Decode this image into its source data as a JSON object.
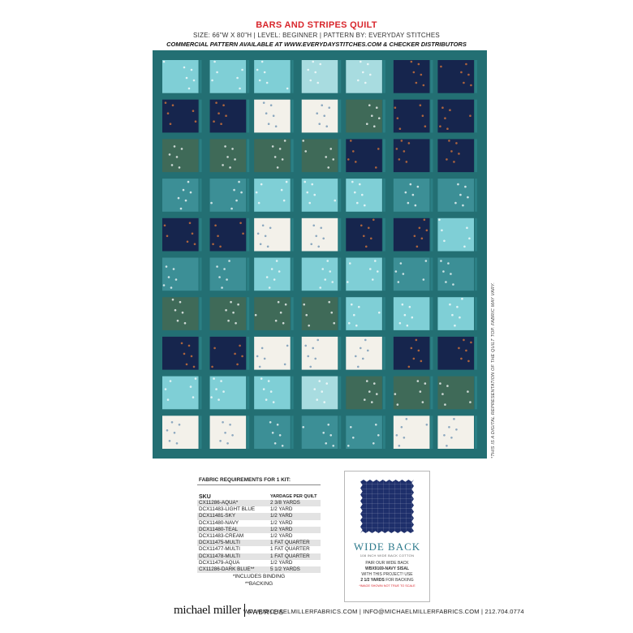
{
  "header": {
    "title": "BARS AND STRIPES QUILT",
    "specs": "SIZE: 66\"W X 80\"H | LEVEL: BEGINNER | PATTERN BY: EVERYDAY STITCHES",
    "commercial": "COMMERCIAL PATTERN AVAILABLE AT WWW.EVERYDAYSTITCHES.COM & CHECKER DISTRIBUTORS"
  },
  "quilt": {
    "border_color": "#236f73",
    "disclaimer": "*THIS IS A DIGITAL REPRESENTATION OF THE QUILT TOP. FABRIC MAY VARY.",
    "rows": [
      [
        "sky",
        "sky",
        "sky",
        "light",
        "light",
        "navy",
        "navy"
      ],
      [
        "navy",
        "navy",
        "cream",
        "cream",
        "multi",
        "navy",
        "navy"
      ],
      [
        "multi",
        "multi",
        "multi",
        "multi",
        "navy",
        "navy",
        "navy"
      ],
      [
        "aqua",
        "aqua",
        "sky",
        "sky",
        "sky",
        "aqua",
        "aqua"
      ],
      [
        "navy",
        "navy",
        "cream",
        "cream",
        "navy",
        "navy",
        "sky"
      ],
      [
        "aqua",
        "aqua",
        "sky",
        "sky",
        "sky",
        "aqua",
        "aqua"
      ],
      [
        "multi",
        "multi",
        "multi",
        "multi",
        "sky",
        "sky",
        "sky"
      ],
      [
        "navy",
        "navy",
        "cream",
        "cream",
        "cream",
        "navy",
        "navy"
      ],
      [
        "sky",
        "sky",
        "sky",
        "light",
        "multi",
        "multi",
        "multi"
      ],
      [
        "cream",
        "cream",
        "aqua",
        "aqua",
        "aqua",
        "cream",
        "cream"
      ]
    ],
    "swatch_colors": {
      "sky": "#7fcfd6",
      "light": "#a8dce0",
      "navy": "#16254d",
      "cream": "#f3f1ea",
      "multi": "#3f6a58",
      "aqua": "#3c8f96"
    }
  },
  "fabric": {
    "heading": "FABRIC REQUIREMENTS FOR 1 KIT:",
    "col_sku": "SKU",
    "col_yardage": "YARDAGE PER QUILT",
    "rows": [
      [
        "CX11286-AQUA*",
        "2 3/8 YARDS"
      ],
      [
        "DCX11483-LIGHT BLUE",
        "1/2 YARD"
      ],
      [
        "DCX11481-SKY",
        "1/2 YARD"
      ],
      [
        "DCX11480-NAVY",
        "1/2 YARD"
      ],
      [
        "DCX11480-TEAL",
        "1/2 YARD"
      ],
      [
        "DCX11483-CREAM",
        "1/2 YARD"
      ],
      [
        "DCX11475-MULTI",
        "1 FAT QUARTER"
      ],
      [
        "DCX11477-MULTI",
        "1 FAT QUARTER"
      ],
      [
        "DCX11478-MULTI",
        "1 FAT QUARTER"
      ],
      [
        "DCX11479-AQUA",
        "1/2 YARD"
      ],
      [
        "CX11286-DARK BLUE**",
        "5 1/2 YARDS"
      ]
    ],
    "note1": "*INCLUDES BINDING",
    "note2": "**BACKING"
  },
  "wide_back": {
    "swatch_color": "#1e2f6b",
    "title": "WIDE BACK",
    "subtitle": "108 INCH WIDE BACK COTTON",
    "line1": "PAIR OUR WIDE BACK",
    "line2": "WBX9169-NAVY SISAL",
    "line3": "WITH THIS PROJECT! USE",
    "line4_bold": "2 1/2 YARDS",
    "line4_rest": " FOR BACKING",
    "note": "*IMAGE SHOWN NOT TRUE TO SCALE"
  },
  "footer": {
    "logo_word": "michael miller",
    "logo_fabrics": "FABRICS",
    "contact": "WWW.MICHAELMILLERFABRICS.COM | INFO@MICHAELMILLERFABRICS.COM | 212.704.0774"
  }
}
